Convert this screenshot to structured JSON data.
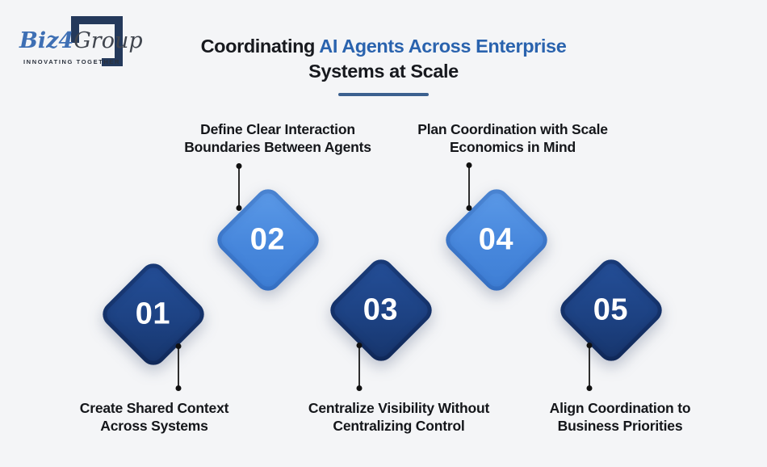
{
  "header": {
    "logo": {
      "biz": "Biz",
      "four": "4",
      "group": "Group",
      "tagline": "INNOVATING TOGETHER"
    },
    "title_prefix": "Coordinating ",
    "title_highlight": "AI Agents Across Enterprise",
    "title_line2": "Systems at Scale"
  },
  "steps": [
    {
      "number": "01",
      "variant": "dark",
      "label_position": "below",
      "label_line1": "Create Shared Context",
      "label_line2": "Across Systems"
    },
    {
      "number": "02",
      "variant": "light",
      "label_position": "above",
      "label_line1": "Define Clear Interaction",
      "label_line2": "Boundaries Between Agents"
    },
    {
      "number": "03",
      "variant": "dark",
      "label_position": "below",
      "label_line1": "Centralize Visibility Without",
      "label_line2": "Centralizing Control"
    },
    {
      "number": "04",
      "variant": "light",
      "label_position": "above",
      "label_line1": "Plan Coordination with Scale",
      "label_line2": "Economics in Mind"
    },
    {
      "number": "05",
      "variant": "dark",
      "label_position": "below",
      "label_line1": "Align Coordination to",
      "label_line2": "Business Priorities"
    }
  ],
  "colors": {
    "background": "#f4f5f7",
    "title_text": "#17191e",
    "title_highlight": "#2a63ae",
    "title_underline": "#3b608f",
    "diamond_dark": "#1d4283",
    "diamond_light": "#4787dc",
    "number_text": "#ffffff",
    "label_text": "#14161a",
    "connector": "#2e2e2e",
    "logo_blue": "#3e6fb4",
    "logo_grey": "#40454e",
    "logo_bracket": "#24395b"
  }
}
